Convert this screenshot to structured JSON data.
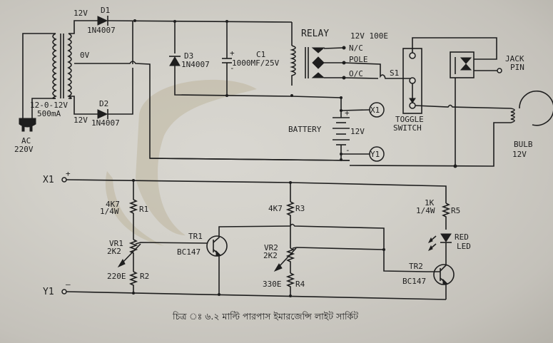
{
  "caption": "চিত্র ঃ ৬.২ মাল্টি পারপাস ইমারজেন্সি লাইট সার্কিট",
  "power_supply": {
    "plug": {
      "line1": "AC",
      "line2": "220V"
    },
    "transformer": {
      "rating1": "12-0-12V",
      "rating2": "500mA",
      "top_tap": "12V",
      "center_tap": "0V",
      "bottom_tap": "12V"
    },
    "d1": {
      "name": "D1",
      "part": "1N4007"
    },
    "d2": {
      "name": "D2",
      "part": "1N4007"
    },
    "d3": {
      "name": "D3",
      "part": "1N4007"
    },
    "c1": {
      "name": "C1",
      "value": "1000MF/25V",
      "plus": "+",
      "minus": "-"
    },
    "relay": {
      "label": "RELAY",
      "rating": "12V 100E",
      "nc": "N/C",
      "pole": "POLE",
      "oc": "O/C"
    },
    "battery": {
      "label": "BATTERY",
      "voltage": "12V",
      "plus": "+",
      "minus": "-",
      "x_terminal": "X1",
      "y_terminal": "Y1"
    },
    "switch": {
      "ref": "S1",
      "line1": "TOGGLE",
      "line2": "SWITCH"
    },
    "jack": {
      "line1": "JACK",
      "line2": "PIN"
    },
    "bulb": {
      "line1": "BULB",
      "line2": "12V"
    }
  },
  "indicator": {
    "x1": {
      "label": "X1",
      "sign": "+"
    },
    "y1": {
      "label": "Y1",
      "sign": "—"
    },
    "r1": {
      "value": "4K7",
      "power": "1/4W",
      "ref": "R1"
    },
    "vr1": {
      "ref": "VR1",
      "value": "2K2"
    },
    "r2": {
      "value": "220E",
      "ref": "R2"
    },
    "tr1": {
      "ref": "TR1",
      "part": "BC147"
    },
    "r3": {
      "value": "4K7",
      "ref": "R3"
    },
    "vr2": {
      "ref": "VR2",
      "value": "2K2"
    },
    "r4": {
      "value": "330E",
      "ref": "R4"
    },
    "r5": {
      "value": "1K",
      "power": "1/4W",
      "ref": "R5"
    },
    "led": {
      "line1": "RED",
      "line2": "LED"
    },
    "tr2": {
      "ref": "TR2",
      "part": "BC147"
    }
  }
}
